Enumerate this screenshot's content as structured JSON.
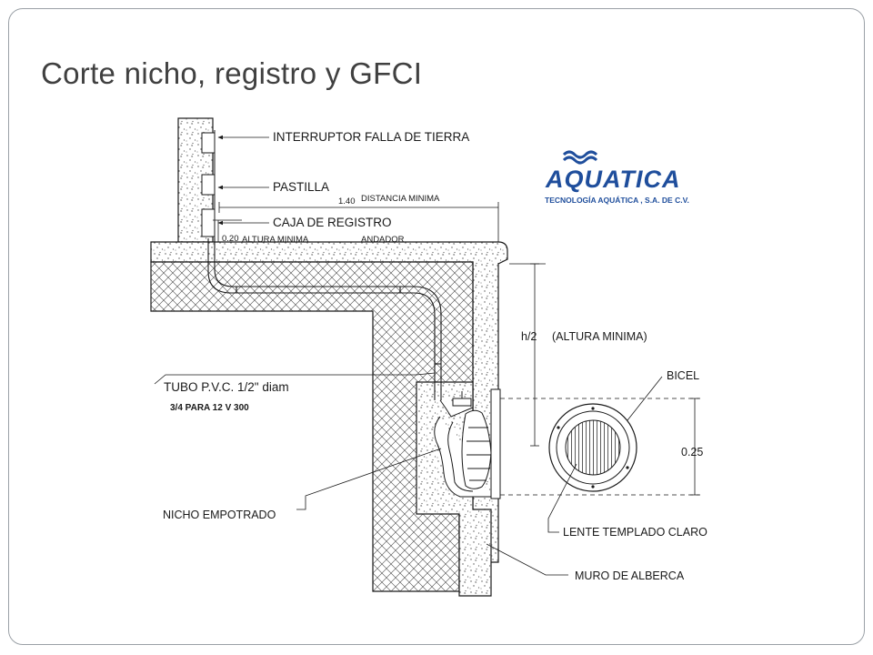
{
  "slide": {
    "title": "Corte nicho, registro y GFCI"
  },
  "logo": {
    "brand": "AQUATICA",
    "company": "TECNOLOGÍA AQUÁTICA , S.A. DE C.V."
  },
  "labels": {
    "interruptor": "INTERRUPTOR FALLA DE TIERRA",
    "pastilla": "PASTILLA",
    "dist_value": "1.40",
    "dist_label": "DISTANCIA MINIMA",
    "caja": "CAJA DE REGISTRO",
    "alt_value": "0.20",
    "alt_label": "ALTURA MINIMA",
    "andador": "ANDADOR",
    "h2": "h/2",
    "altura_minima": "(ALTURA MINIMA)",
    "tubo": "TUBO P.V.C. 1/2\" diam",
    "tubo_sub": "3/4 PARA 12 V 300",
    "bicel": "BICEL",
    "dim_025": "0.25",
    "nicho": "NICHO EMPOTRADO",
    "lente": "LENTE TEMPLADO CLARO",
    "muro": "MURO DE ALBERCA"
  },
  "colors": {
    "line": "#1a1a1a",
    "logo_blue": "#1f4e9c",
    "title_gray": "#404040"
  }
}
